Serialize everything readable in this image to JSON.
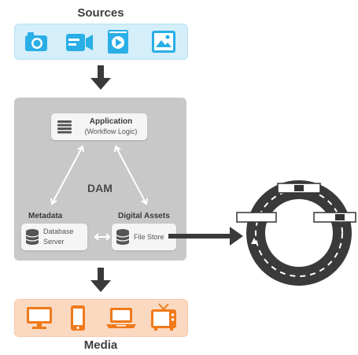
{
  "sources": {
    "title": "Sources",
    "icons": [
      "camera-icon",
      "video-camera-icon",
      "play-file-icon",
      "image-icon"
    ],
    "color": "#29aee6"
  },
  "dam": {
    "label": "DAM",
    "application": {
      "title": "Application",
      "subtitle": "(Workflow Logic)"
    },
    "metadata": {
      "label": "Metadata",
      "box_line1": "Database",
      "box_line2": "Server"
    },
    "digital_assets": {
      "label": "Digital Assets",
      "box_text": "File Store"
    },
    "panel_color": "#c8c8c8"
  },
  "media": {
    "title": "Media",
    "icons": [
      "monitor-icon",
      "phone-icon",
      "laptop-icon",
      "tv-icon"
    ],
    "color": "#f07a1a"
  },
  "ring_track": {
    "icon": "circular-track-icon",
    "color": "#3a3a3a"
  }
}
